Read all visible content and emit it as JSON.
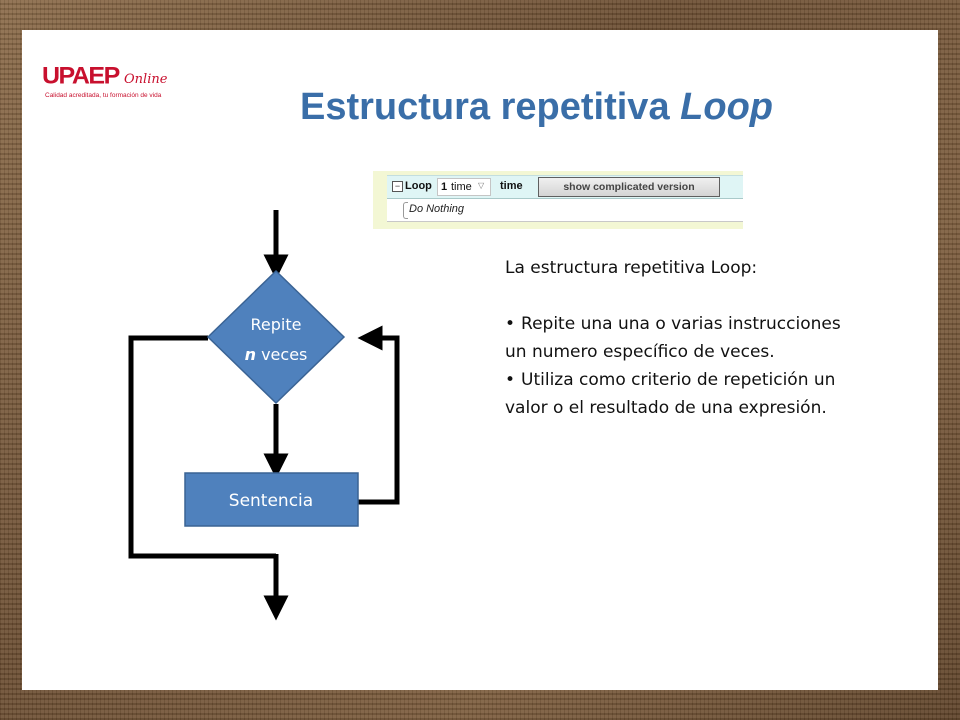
{
  "logo": {
    "brand": "UPAEP",
    "suffix": "Online",
    "tagline": "Calidad acreditada, tu formación de vida"
  },
  "title": {
    "main": "Estructura repetitiva ",
    "emphasis": "Loop"
  },
  "scratch_block": {
    "loop_label": "Loop",
    "count": "1",
    "count_unit": "time",
    "time_label": "time",
    "show_button": "show complicated version",
    "body_text": "Do Nothing"
  },
  "flowchart": {
    "decision_line1": "Repite",
    "decision_line2_var": "n",
    "decision_line2_rest": " veces",
    "process_label": "Sentencia",
    "colors": {
      "shape_fill": "#4f81bd",
      "shape_stroke": "#3a6394",
      "line": "#000000"
    }
  },
  "description": {
    "intro": "La estructura repetitiva Loop:",
    "bullets": [
      "Repite una una o varias instrucciones un numero específico de veces.",
      "Utiliza como criterio de repetición un valor o el resultado de una expresión."
    ]
  },
  "colors": {
    "title": "#3a6ea8",
    "logo": "#c8102e"
  }
}
